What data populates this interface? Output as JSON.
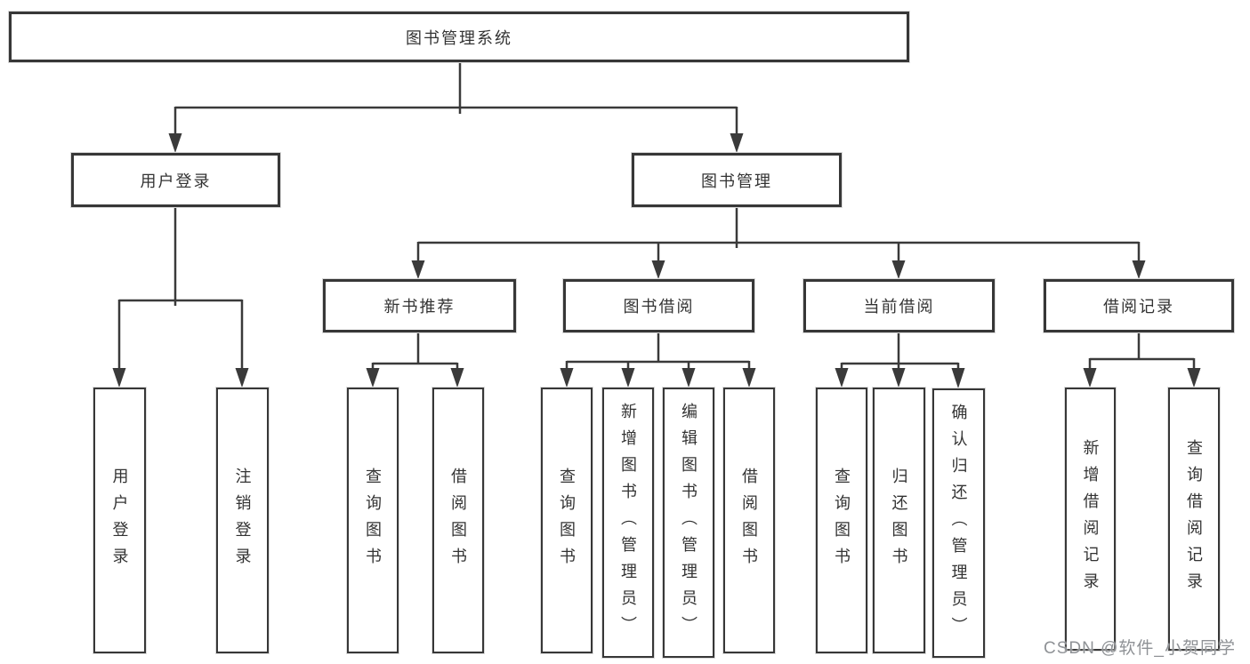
{
  "diagram": {
    "title": "图书管理系统",
    "root": {
      "label": "图书管理系统"
    },
    "level2": [
      {
        "id": "user-login",
        "label": "用户登录"
      },
      {
        "id": "book-management",
        "label": "图书管理"
      }
    ],
    "level3": [
      {
        "id": "new-book-recommend",
        "label": "新书推荐"
      },
      {
        "id": "book-borrow",
        "label": "图书借阅"
      },
      {
        "id": "current-borrow",
        "label": "当前借阅"
      },
      {
        "id": "borrow-records",
        "label": "借阅记录"
      }
    ],
    "leaves": [
      {
        "parent": "user-login",
        "label": "用户登录"
      },
      {
        "parent": "user-login",
        "label": "注销登录"
      },
      {
        "parent": "new-book-recommend",
        "label": "查询图书"
      },
      {
        "parent": "new-book-recommend",
        "label": "借阅图书"
      },
      {
        "parent": "book-borrow",
        "label": "查询图书"
      },
      {
        "parent": "book-borrow",
        "label": "新增图书（管理员）"
      },
      {
        "parent": "book-borrow",
        "label": "编辑图书（管理员）"
      },
      {
        "parent": "book-borrow",
        "label": "借阅图书"
      },
      {
        "parent": "current-borrow",
        "label": "查询图书"
      },
      {
        "parent": "current-borrow",
        "label": "归还图书"
      },
      {
        "parent": "current-borrow",
        "label": "确认归还（管理员）"
      },
      {
        "parent": "borrow-records",
        "label": "新增借阅记录"
      },
      {
        "parent": "borrow-records",
        "label": "查询借阅记录"
      }
    ],
    "colors": {
      "line": "#3a3a3a",
      "border": "#373737",
      "text": "#333333",
      "background": "#ffffff",
      "watermark_text": "#8f9296"
    }
  },
  "watermark": {
    "text": "CSDN @软件_小贺同学"
  }
}
